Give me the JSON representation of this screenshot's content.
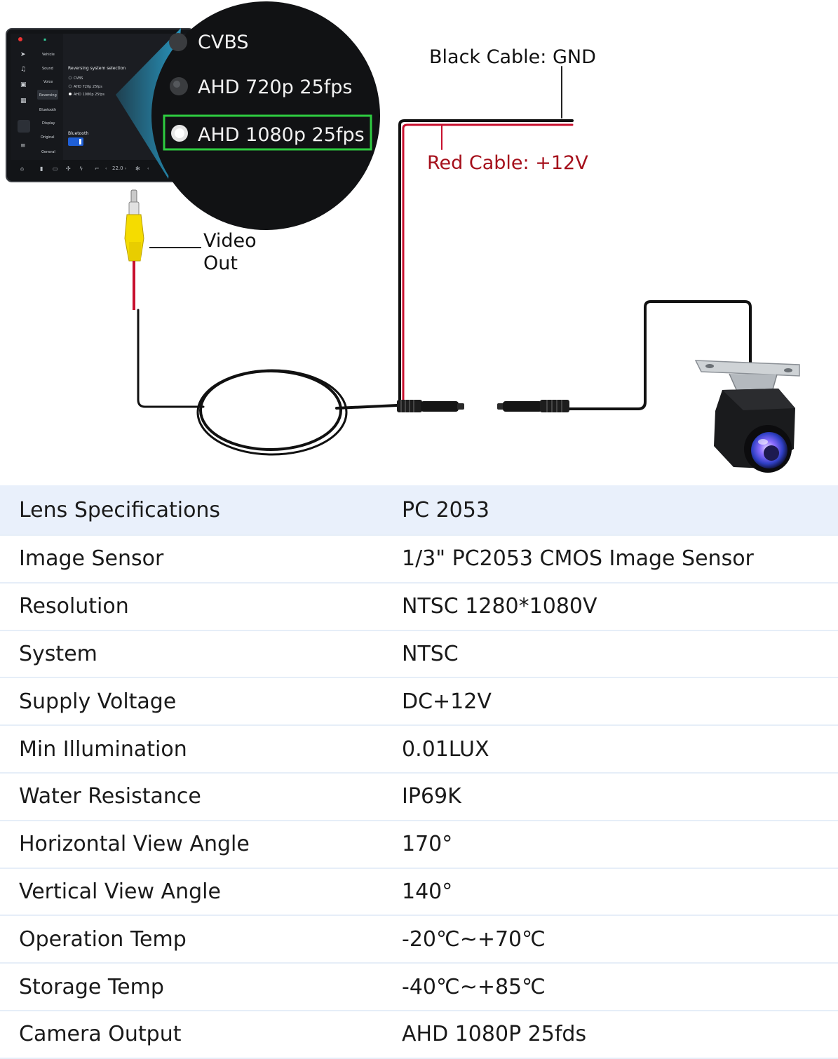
{
  "screen": {
    "sidebar": [
      "Vehicle",
      "Sound",
      "Voice",
      "Reversing",
      "Bluetooth",
      "Display",
      "Original",
      "General"
    ],
    "section_title": "Reversing system selection",
    "options": [
      "CVBS",
      "AHD 720p 25fps",
      "AHD 1080p 25fps"
    ],
    "bluetooth_label": "Bluetooth",
    "bottom_temp": "22.0"
  },
  "zoom": {
    "options": [
      "CVBS",
      "AHD 720p 25fps",
      "AHD 1080p 25fps"
    ],
    "selected": "AHD 1080p 25fps",
    "highlight_color": "#2ecc40"
  },
  "labels": {
    "black_cable": "Black Cable: GND",
    "red_cable": "Red Cable: +12V",
    "video_out_line1": "Video",
    "video_out_line2": "Out"
  },
  "colors": {
    "red_cable": "#c8102e",
    "rca_yellow": "#f5dc00",
    "table_header_bg": "#e9f0fb"
  },
  "specs": {
    "header": {
      "key": "Lens Specifications",
      "value": "PC 2053"
    },
    "rows": [
      {
        "key": "Image Sensor",
        "value": "1/3\" PC2053 CMOS Image Sensor"
      },
      {
        "key": "Resolution",
        "value": "NTSC 1280*1080V"
      },
      {
        "key": "System",
        "value": "NTSC"
      },
      {
        "key": "Supply Voltage",
        "value": "DC+12V"
      },
      {
        "key": "Min Illumination",
        "value": "0.01LUX"
      },
      {
        "key": "Water Resistance",
        "value": "IP69K"
      },
      {
        "key": "Horizontal View Angle",
        "value": "170°"
      },
      {
        "key": "Vertical View Angle",
        "value": "140°"
      },
      {
        "key": "Operation Temp",
        "value": "-20℃~+70℃"
      },
      {
        "key": "Storage Temp",
        "value": "-40℃~+85℃"
      },
      {
        "key": "Camera Output",
        "value": "AHD 1080P 25fds"
      }
    ]
  }
}
